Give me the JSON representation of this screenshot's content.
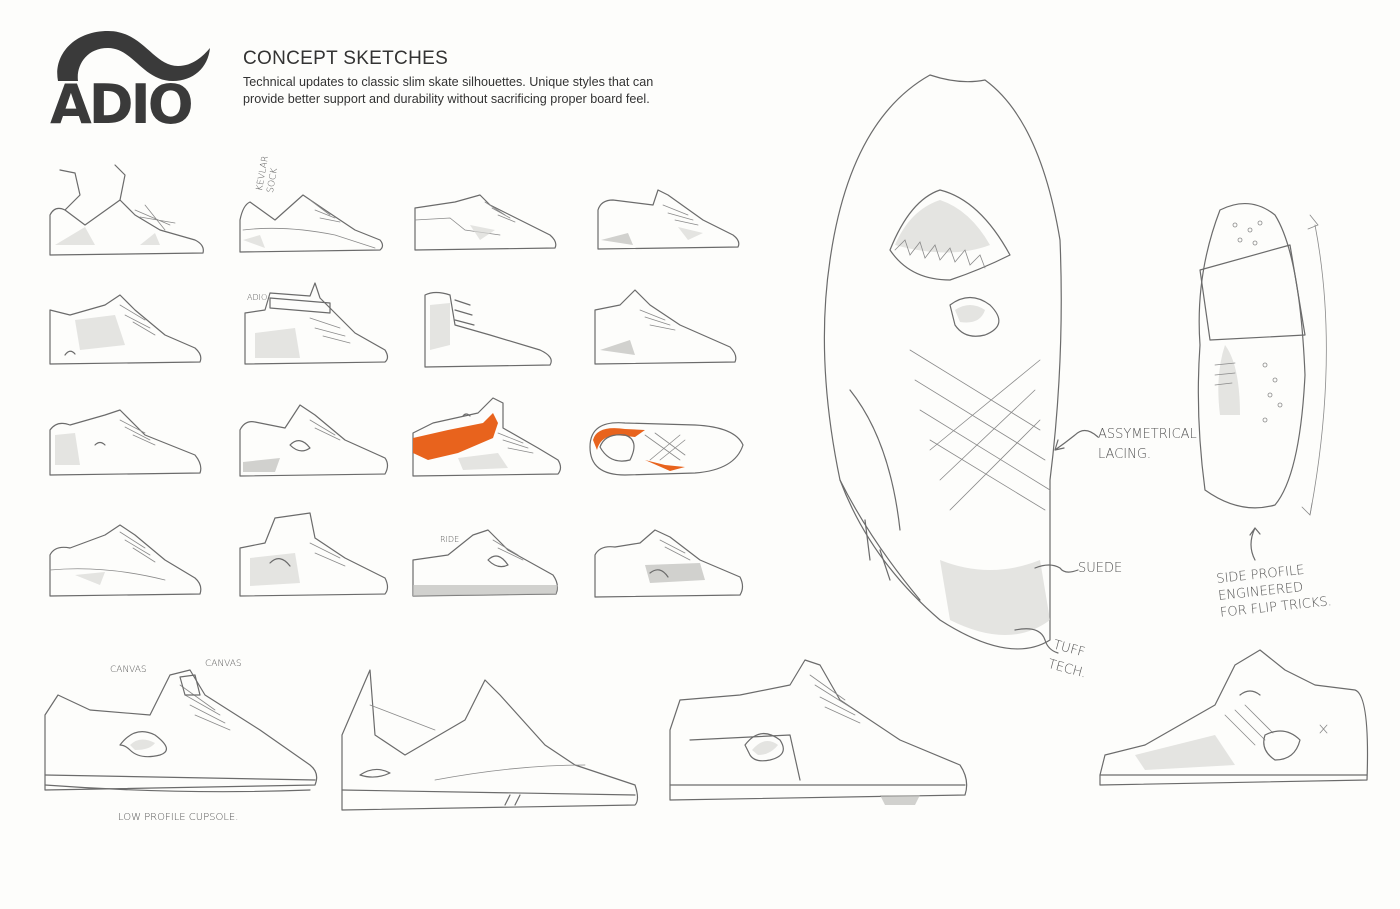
{
  "brand": {
    "name": "ADIO",
    "color": "#3a3a3a"
  },
  "header": {
    "title": "CONCEPT SKETCHES",
    "description": "Technical updates to classic slim skate silhouettes.  Unique styles that can provide better support and durability without sacrificing proper board feel."
  },
  "colors": {
    "pencil": "#6b6b6b",
    "paper": "#fdfdfb",
    "accent_orange": "#e8631d"
  },
  "annotations": {
    "kevlar_sock": "KEVLAR\nSOCK",
    "ride": "RIDE",
    "canvas_1": "CANVAS",
    "canvas_2": "CANVAS",
    "low_profile_cupsole": "LOW PROFILE CUPSOLE.",
    "assymetrical_lacing": "ASSYMETRICAL\nLACING.",
    "suede": "SUEDE",
    "tuff_tech": "TUFF\nTECH.",
    "side_profile": "SIDE PROFILE\nENGINEERED\nFOR FLIP TRICKS."
  },
  "logo_mini": "ADIO",
  "grid": {
    "rows": 4,
    "columns": 4
  }
}
